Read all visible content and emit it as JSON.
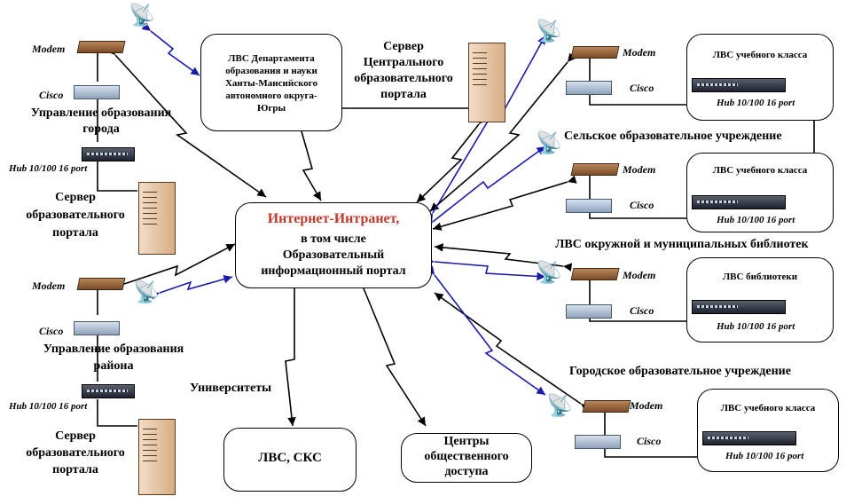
{
  "center": {
    "title": "Интернет-Интранет,",
    "line1": "в том числе",
    "line2": "Образовательный",
    "line3": "информационный портал",
    "title_color": "#c0392b"
  },
  "dept": {
    "line1": "ЛВС Департамента",
    "line2": "образования и науки",
    "line3": "Ханты-Мансийского",
    "line4": "автономного округа-",
    "line5": "Югры"
  },
  "central_server": {
    "line1": "Сервер",
    "line2": "Центрального",
    "line3": "образовательного",
    "line4": "портала"
  },
  "left_top": {
    "modem": "Modem",
    "cisco": "Cisco",
    "title_line1": "Управление образования",
    "title_line2": "города",
    "hub": "Hub 10/100 16 port",
    "server_line1": "Сервер",
    "server_line2": "образовательного",
    "server_line3": "портала"
  },
  "left_bottom": {
    "modem": "Modem",
    "cisco": "Cisco",
    "title_line1": "Управление образования",
    "title_line2": "района",
    "hub": "Hub 10/100 16 port",
    "server_line1": "Сервер",
    "server_line2": "образовательного",
    "server_line3": "портала"
  },
  "bottom": {
    "universities": "Университеты",
    "lvs_sks": "ЛВС, СКС",
    "centers_line1": "Центры",
    "centers_line2": "общественного",
    "centers_line3": "доступа"
  },
  "right": {
    "group1": {
      "modem": "Modem",
      "cisco": "Cisco",
      "lan": "ЛВС учебного класса",
      "hub": "Hub 10/100 16 port"
    },
    "rural_title": "Сельское образовательное учреждение",
    "group2": {
      "modem": "Modem",
      "cisco": "Cisco",
      "lan": "ЛВС учебного класса",
      "hub": "Hub 10/100 16 port"
    },
    "libraries_title": "ЛВС окружной и муниципальных библиотек",
    "group3": {
      "modem": "Modem",
      "cisco": "Cisco",
      "lan": "ЛВС библиотеки",
      "hub": "Hub 10/100 16 port"
    },
    "city_title": "Городское образовательное учреждение",
    "group4": {
      "modem": "Modem",
      "cisco": "Cisco",
      "lan": "ЛВС учебного класса",
      "hub": "Hub 10/100 16 port"
    }
  },
  "colors": {
    "wired": "#000000",
    "wireless": "#1a1aa8"
  }
}
